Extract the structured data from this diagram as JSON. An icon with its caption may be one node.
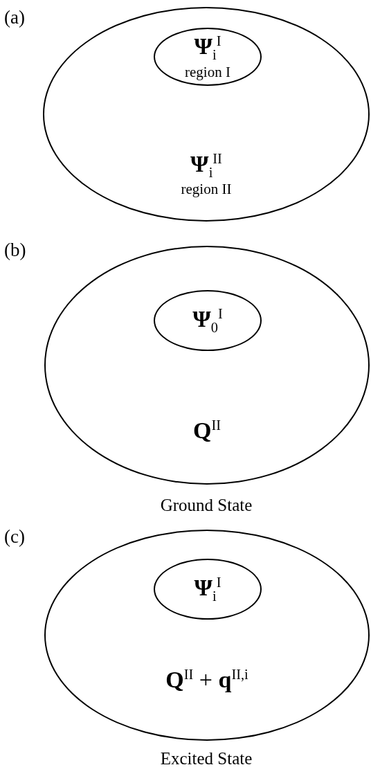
{
  "diagram": {
    "nodes": [
      {
        "text": [
          "**Ψ**$_{i}$$^{II}$",
          "region II"
        ]
      },
      {
        "text": [
          "**Ψ**$_{i}$$^{I}$",
          "region I"
        ],
        "in": 0
      },
      {
        "text": [
          "**Q**$^{II}$"
        ],
        "beside": [
          "Ground State"
        ]
      },
      {
        "text": [
          "**Ψ**$_{0}$$^{I}$"
        ],
        "in": 2
      },
      {
        "text": [
          "**Q**$^{II}$ + **q**$^{II,i}$"
        ],
        "beside": [
          "Excited State"
        ]
      },
      {
        "text": [
          "**Ψ**$_{i}$$^{I}$"
        ],
        "in": 4
      }
    ],
    "labels": [
      "(a)",
      "(b)",
      "(c)"
    ]
  }
}
